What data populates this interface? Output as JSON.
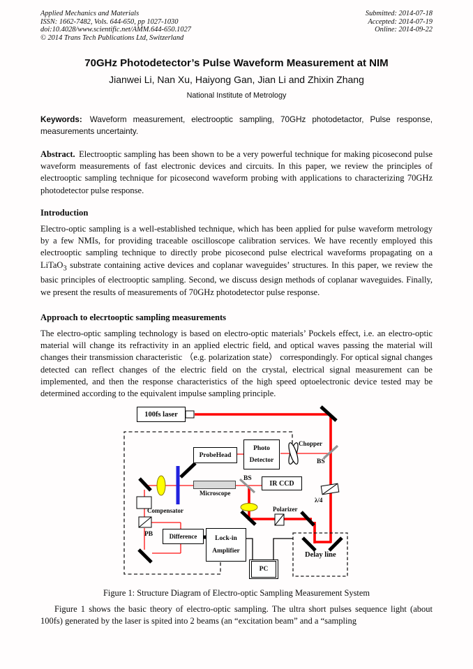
{
  "header": {
    "left_lines": [
      "Applied Mechanics and Materials",
      "ISSN: 1662-7482, Vols. 644-650, pp 1027-1030",
      "doi:10.4028/www.scientific.net/AMM.644-650.1027",
      "© 2014 Trans Tech Publications Ltd, Switzerland"
    ],
    "right_lines": [
      "Submitted: 2014-07-18",
      "Accepted: 2014-07-19",
      "Online: 2014-09-22"
    ]
  },
  "title": "70GHz Photodetector’s Pulse Waveform Measurement at NIM",
  "authors": "Jianwei Li, Nan Xu, Haiyong Gan, Jian Li and Zhixin Zhang",
  "affiliation": "National Institute of Metrology",
  "keywords": {
    "label": "Keywords:",
    "text": "Waveform measurement, electrooptic sampling, 70GHz photodetactor, Pulse response, measurements uncertainty."
  },
  "abstract": {
    "label": "Abstract.",
    "text": "Electrooptic sampling has been shown to be a very powerful technique for making picosecond pulse waveform measurements of fast electronic devices and circuits. In this paper, we review the principles of electrooptic sampling technique for picosecond waveform probing with applications to characterizing 70GHz photodetector pulse response."
  },
  "introduction": {
    "heading": "Introduction",
    "p_before_sub": "Electro-optic sampling is a well-established technique, which has been applied for pulse waveform metrology by a few NMIs, for providing traceable oscilloscope calibration services. We have recently employed this electrooptic sampling technique to directly probe picosecond pulse electrical waveforms propagating on a LiTaO",
    "sub": "3",
    "p_after_sub": " substrate containing active devices and coplanar waveguides’ structures. In this paper, we review the basic principles of electrooptic sampling. Second, we discuss design methods of coplanar waveguides. Finally, we present the results of measurements of 70GHz photodetector pulse response."
  },
  "approach": {
    "heading": "Approach to elecrtooptic sampling measurements",
    "text": "The electro-optic sampling technology is based on electro-optic materials’ Pockels effect, i.e. an electro-optic material will change its refractivity in an applied electric field, and optical waves passing the material will changes their transmission characteristic （e.g. polarization state） correspondingly. For optical signal changes detected can reflect changes of the electric field on the crystal, electrical signal measurement can be implemented, and then the response characteristics of the high speed optoelectronic device tested may be determined according to the equivalent impulse sampling principle."
  },
  "figure": {
    "caption": "Figure 1: Structure Diagram of Electro-optic Sampling Measurement System",
    "labels": {
      "laser": "100fs laser",
      "probehead": "ProbeHead",
      "photo_line1": "Photo",
      "photo_line2": "Detector",
      "chopper": "Chopper",
      "bs_top": "BS",
      "bs_mid": "BS",
      "ir_ccd": "IR CCD",
      "microscope": "Microscope",
      "quarter_wave": "λ/4",
      "polarizer": "Polarizer",
      "compensator": "Compensator",
      "pb": "PB",
      "difference": "Difference",
      "lockin_line1": "Lock-in",
      "lockin_line2": "Amplifier",
      "pc": "PC",
      "delay_line": "Delay line"
    },
    "colors": {
      "beam": "#ff0000",
      "crystal": "#2222dd",
      "lens": "#ffff00",
      "beamsplitter": "#949494",
      "mirror": "#000000"
    }
  },
  "closing_paragraph": "Figure 1 shows the basic theory of electro-optic sampling. The ultra short pulses sequence light (about 100fs) generated by the laser is spited into 2 beams (an “excitation beam” and a “sampling"
}
